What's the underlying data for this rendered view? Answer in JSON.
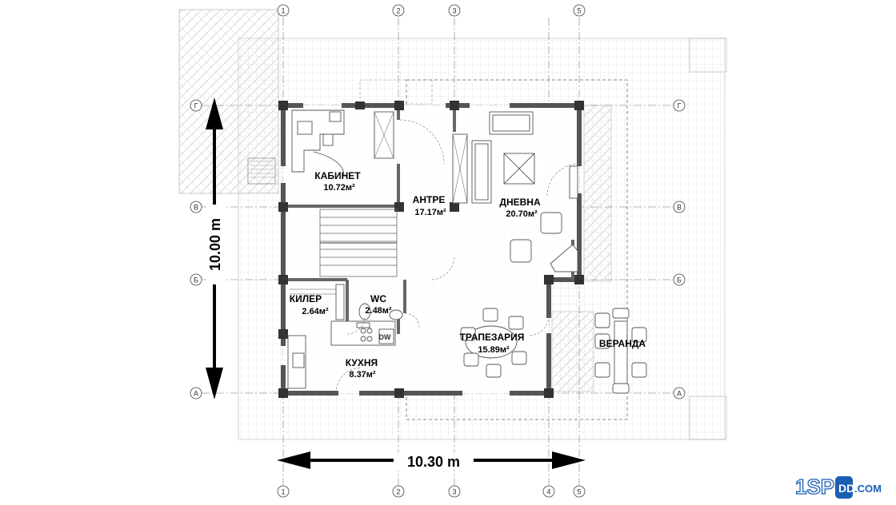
{
  "rooms": {
    "kabinet": {
      "name": "КАБИНЕТ",
      "area": "10.72м²"
    },
    "antre": {
      "name": "АНТРЕ",
      "area": "17.17м²"
    },
    "dnevna": {
      "name": "ДНЕВНА",
      "area": "20.70м²"
    },
    "kiler": {
      "name": "КИЛЕР",
      "area": "2.64м²"
    },
    "wc": {
      "name": "WC",
      "area": "2.48м²"
    },
    "kuhnya": {
      "name": "КУХНЯ",
      "area": "8.37м²"
    },
    "trapezariya": {
      "name": "ТРАПЕЗАРИЯ",
      "area": "15.89м²"
    },
    "veranda": {
      "name": "ВЕРАНДА"
    }
  },
  "dimensions": {
    "width": "10.30 m",
    "height": "10.00 m"
  },
  "axes": {
    "vertical": [
      "1",
      "2",
      "3",
      "4",
      "5"
    ],
    "horizontal": [
      "Г",
      "В",
      "Б",
      "А"
    ]
  },
  "appliance": {
    "dw": "DW"
  },
  "logo": {
    "prefix": "1SP",
    "dd": "DD",
    "suffix": ".COM"
  },
  "colors": {
    "wall": "#555555",
    "column": "#333333",
    "grid": "#cccccc",
    "logo_blue": "#1a5fb4"
  }
}
